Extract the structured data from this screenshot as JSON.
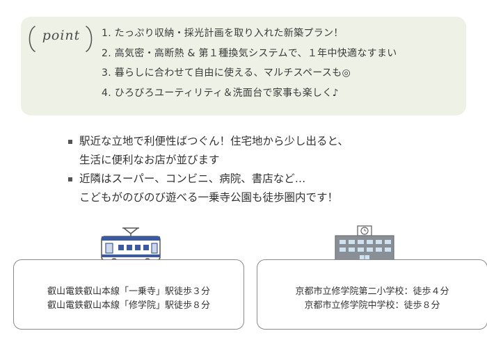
{
  "points": {
    "badge": "point",
    "items": [
      "1. たっぷり収納・採光計画を取り入れた新築プラン！",
      "2. 高気密・高断熱 & 第１種換気システムで、１年中快適なすまい",
      "3. 暮らしに合わせて自由に使える、マルチスペースも◎",
      "4. ひろびろユーティリティ＆洗面台で家事も楽しく♪"
    ]
  },
  "features": [
    {
      "line1": "駅近な立地で利便性ばつぐん！住宅地から少し出ると、",
      "line2": "生活に便利なお店が並びます"
    },
    {
      "line1": "近隣はスーパー、コンビニ、病院、書店など…",
      "line2": "こどもがのびのび遊べる一乗寺公園も徒歩圏内です！"
    }
  ],
  "access": {
    "train": {
      "icon": "train-icon",
      "lines": [
        "叡山電鉄叡山本線「一乗寺」駅徒歩３分",
        "叡山電鉄叡山本線「修学院」駅徒歩８分"
      ]
    },
    "school": {
      "icon": "school-icon",
      "lines": [
        "京都市立修学院第二小学校：徒歩４分",
        "京都市立修学院中学校：徒歩８分"
      ]
    }
  },
  "colors": {
    "point_bg": "#eef1e6",
    "train_blue": "#3d5a9e",
    "school_gray": "#8a8f96"
  }
}
